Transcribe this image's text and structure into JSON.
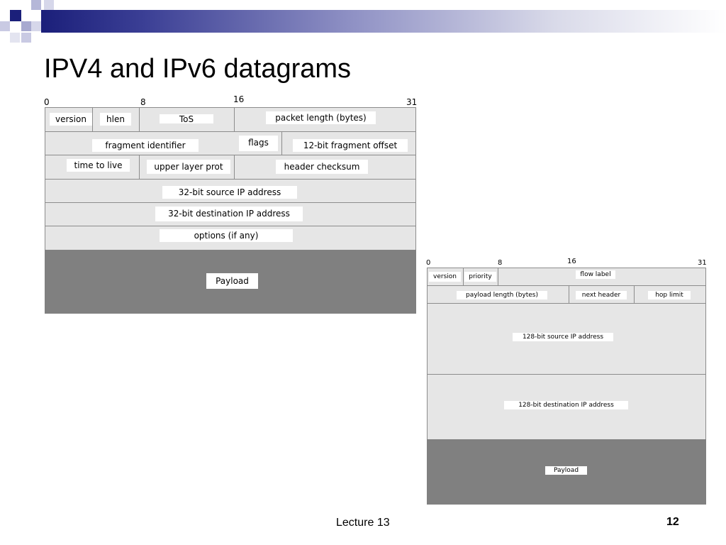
{
  "slide": {
    "title": "IPV4 and IPv6 datagrams",
    "footer": "Lecture 13",
    "page_number": "12"
  },
  "ipv4": {
    "bit_numbers": [
      "0",
      "8",
      "16",
      "31"
    ],
    "fields": {
      "version": "version",
      "hlen": "hlen",
      "tos": "ToS",
      "packet_length": "packet length (bytes)",
      "fragment_identifier": "fragment identifier",
      "flags": "flags",
      "fragment_offset": "12-bit fragment offset",
      "time_to_live": "time to live",
      "upper_layer_prot": "upper layer prot",
      "header_checksum": "header checksum",
      "source_ip": "32-bit source IP address",
      "destination_ip": "32-bit destination IP address",
      "options": "options (if any)",
      "payload": "Payload"
    }
  },
  "ipv6": {
    "bit_numbers": [
      "0",
      "8",
      "16",
      "31"
    ],
    "fields": {
      "version": "version",
      "priority": "priority",
      "flow_label": "flow label",
      "payload_length": "payload length (bytes)",
      "next_header": "next header",
      "hop_limit": "hop limit",
      "source_ip": "128-bit source IP address",
      "destination_ip": "128-bit destination IP address",
      "payload": "Payload"
    }
  },
  "colors": {
    "accent": "#1b1f7a",
    "field_fill": "#e6e6e6",
    "payload_fill": "#808080",
    "border": "#8c8c8c"
  }
}
